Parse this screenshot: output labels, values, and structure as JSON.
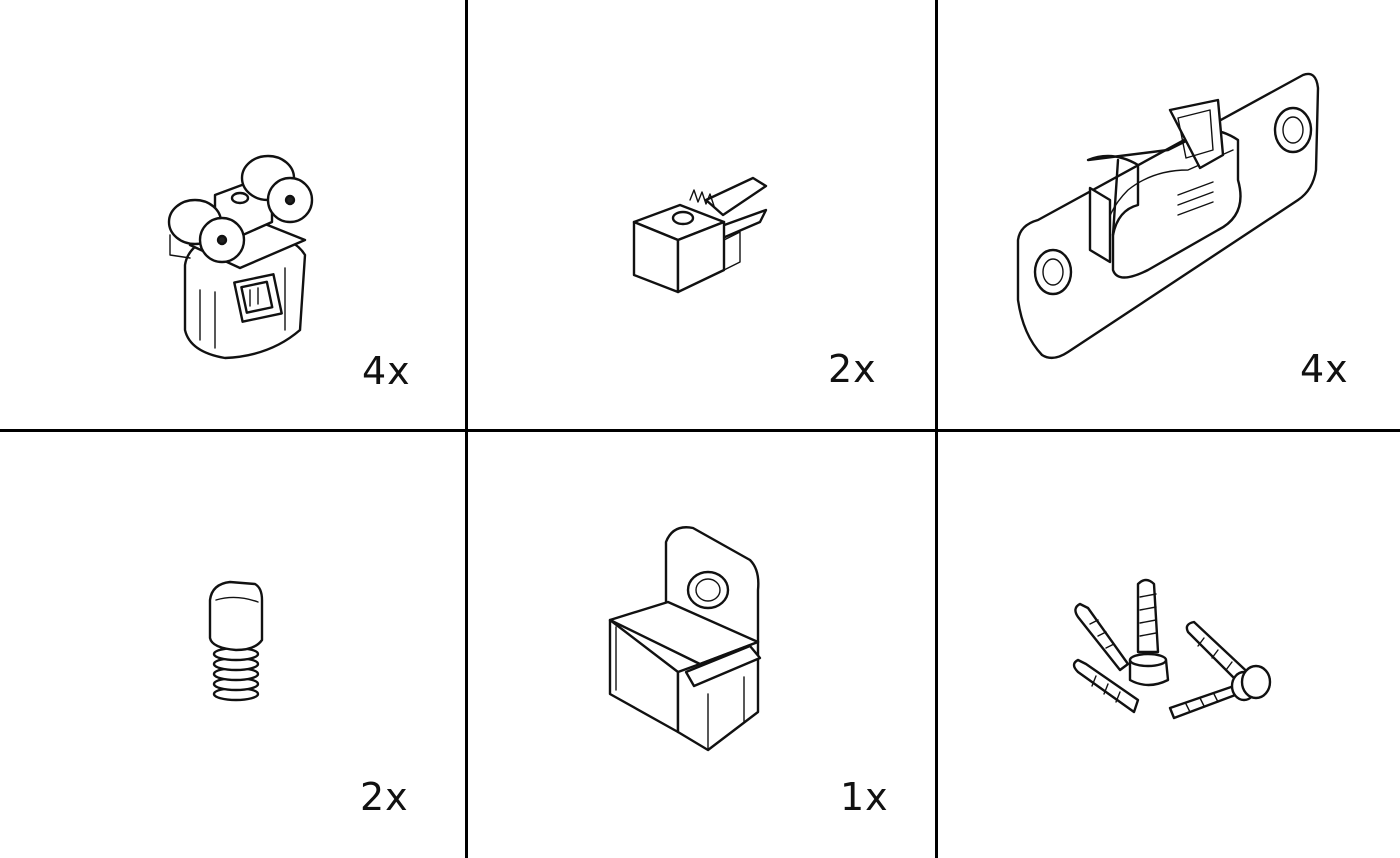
{
  "grid": {
    "rows": 2,
    "columns": 3
  },
  "parts": [
    {
      "id": "roller-carriage",
      "quantity_label": "4x",
      "icon": "roller-carriage-icon"
    },
    {
      "id": "clamp-connector",
      "quantity_label": "2x",
      "icon": "clamp-connector-icon"
    },
    {
      "id": "mounting-bracket",
      "quantity_label": "4x",
      "icon": "mounting-bracket-icon"
    },
    {
      "id": "spring-stopper",
      "quantity_label": "2x",
      "icon": "spring-stopper-icon"
    },
    {
      "id": "end-stop-block",
      "quantity_label": "1x",
      "icon": "end-stop-block-icon"
    },
    {
      "id": "screws",
      "quantity_label": "",
      "icon": "screws-icon"
    }
  ],
  "colors": {
    "line": "#000000",
    "background": "#ffffff"
  }
}
